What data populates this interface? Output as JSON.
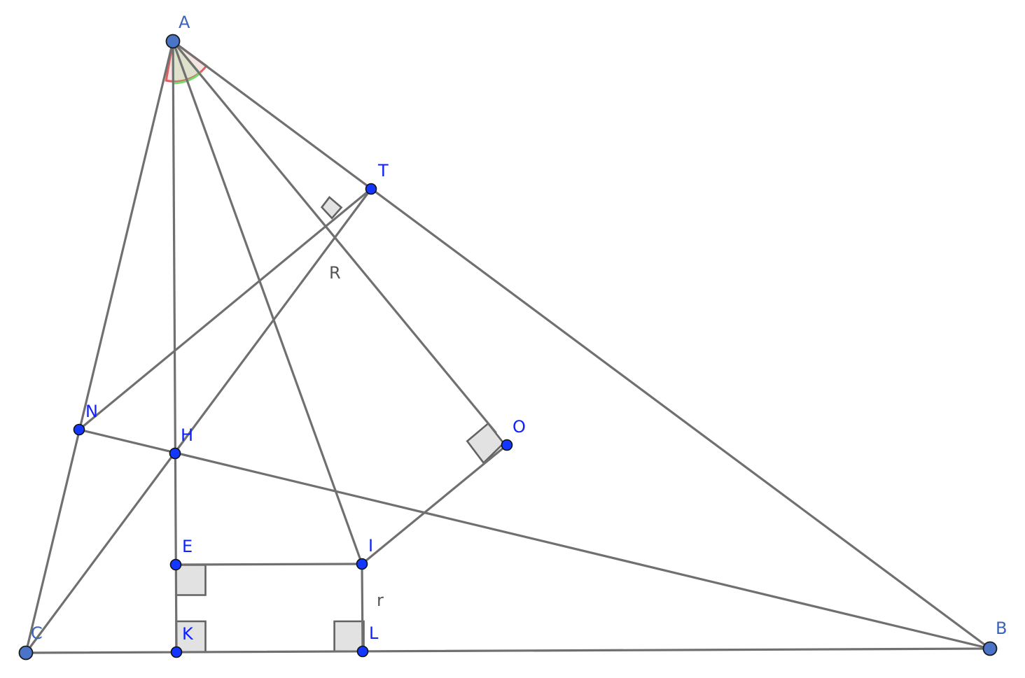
{
  "diagram": {
    "points": {
      "A": "A",
      "B": "B",
      "C": "C",
      "T": "T",
      "N": "N",
      "H": "H",
      "O": "O",
      "E": "E",
      "I": "I",
      "K": "K",
      "L": "L"
    },
    "segment_labels": {
      "R": "R",
      "r": "r"
    },
    "colors": {
      "segment": "#707070",
      "point_small": "#1437ff",
      "point_large": "#4a74c8",
      "angle_red": "#e06060",
      "angle_green": "#70dd70",
      "right_angle_fill": "#e2e2e2"
    }
  }
}
